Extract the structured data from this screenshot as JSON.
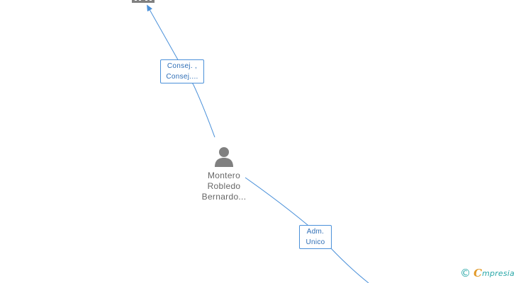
{
  "edges": [
    {
      "label_lines": [
        "Consej. ,",
        "Consej...."
      ]
    },
    {
      "label_lines": [
        "Adm.",
        "Unico"
      ]
    }
  ],
  "person": {
    "name_lines": [
      "Montero",
      "Robledo",
      "Bernardo..."
    ]
  },
  "brand": {
    "copyright_symbol": "©",
    "name_first": "C",
    "name_rest": "mpresia"
  },
  "colors": {
    "edge": "#4a90d9",
    "label_text": "#2d6db5",
    "icon": "#808080",
    "node_text": "#666666"
  }
}
